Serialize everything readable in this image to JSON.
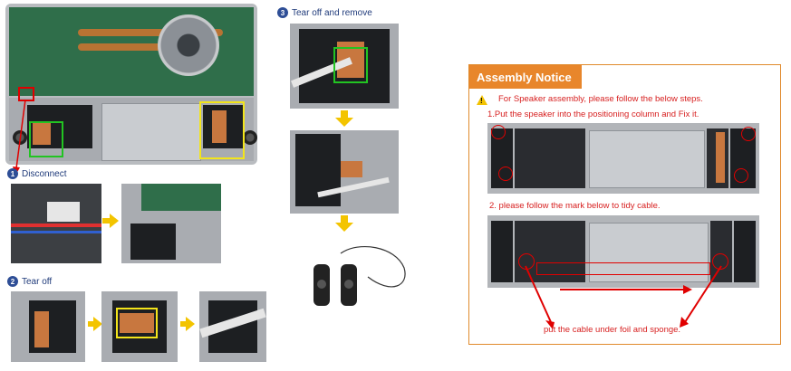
{
  "steps": {
    "step1": {
      "number": "1",
      "label": "Disconnect"
    },
    "step2": {
      "number": "2",
      "label": "Tear off"
    },
    "step3": {
      "number": "3",
      "label": "Tear off and remove"
    }
  },
  "notice": {
    "title": "Assembly Notice",
    "warning_icon": "warning-triangle-icon",
    "line1": "For Speaker assembly, please follow the below steps.",
    "line2": "1.Put the speaker into the positioning column and Fix it.",
    "line3": "2. please follow the mark below to tidy cable.",
    "line4": "put the cable under foil and sponge."
  },
  "colors": {
    "accent_orange": "#e8862b",
    "text_red": "#d71f1f",
    "step_blue": "#2e4e96",
    "highlight_green": "#22c422",
    "highlight_yellow": "#f3e51a",
    "arrow_yellow": "#f3c400",
    "mark_red": "#e00000"
  }
}
